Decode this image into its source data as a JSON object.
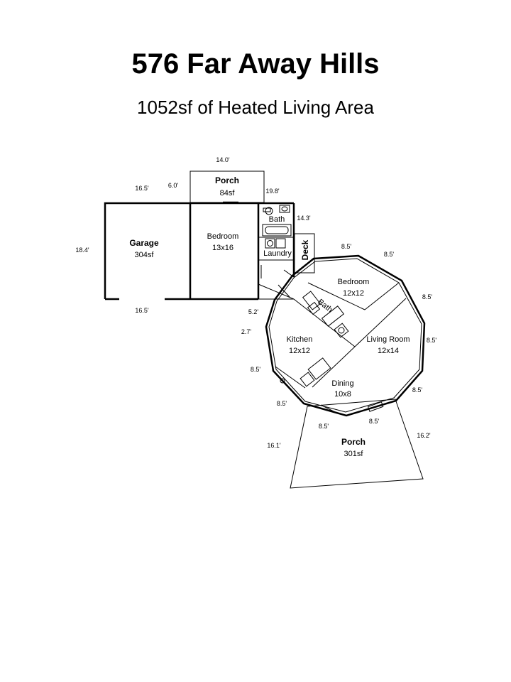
{
  "header": {
    "title": "576 Far Away Hills",
    "subtitle": "1052sf of Heated Living Area"
  },
  "rooms": {
    "porch_top": {
      "name": "Porch",
      "area": "84sf"
    },
    "garage": {
      "name": "Garage",
      "area": "304sf"
    },
    "bedroom_left": {
      "name": "Bedroom",
      "size": "13x16"
    },
    "bath_left": {
      "name": "Bath"
    },
    "laundry": {
      "name": "Laundry"
    },
    "deck": {
      "name": "Deck"
    },
    "bedroom_round": {
      "name": "Bedroom",
      "size": "12x12"
    },
    "bath_round": {
      "name": "Bath"
    },
    "kitchen": {
      "name": "Kitchen",
      "size": "12x12"
    },
    "living_room": {
      "name": "Living Room",
      "size": "12x14"
    },
    "dining": {
      "name": "Dining",
      "size": "10x8"
    },
    "porch_bottom": {
      "name": "Porch",
      "area": "301sf"
    }
  },
  "dimensions": {
    "porch_top_width": "14.0'",
    "garage_top": "16.5'",
    "porch_side": "6.0'",
    "porch_right": "19.8'",
    "bath_side": "14.3'",
    "garage_side": "18.4'",
    "garage_bottom": "16.5'",
    "connector": "5.2'",
    "connector_small": "2.7'",
    "seg_top_left": "8.5'",
    "seg_top_right": "8.5'",
    "seg_right_upper": "8.5'",
    "seg_right_mid": "8.5'",
    "seg_right_lower": "8.5'",
    "seg_left_mid": "8.5'",
    "seg_left_lower": "8.5'",
    "seg_bottom_left": "8.5'",
    "seg_bottom_right": "8.5'",
    "porch_left": "16.1'",
    "porch_right_side": "16.2'"
  }
}
